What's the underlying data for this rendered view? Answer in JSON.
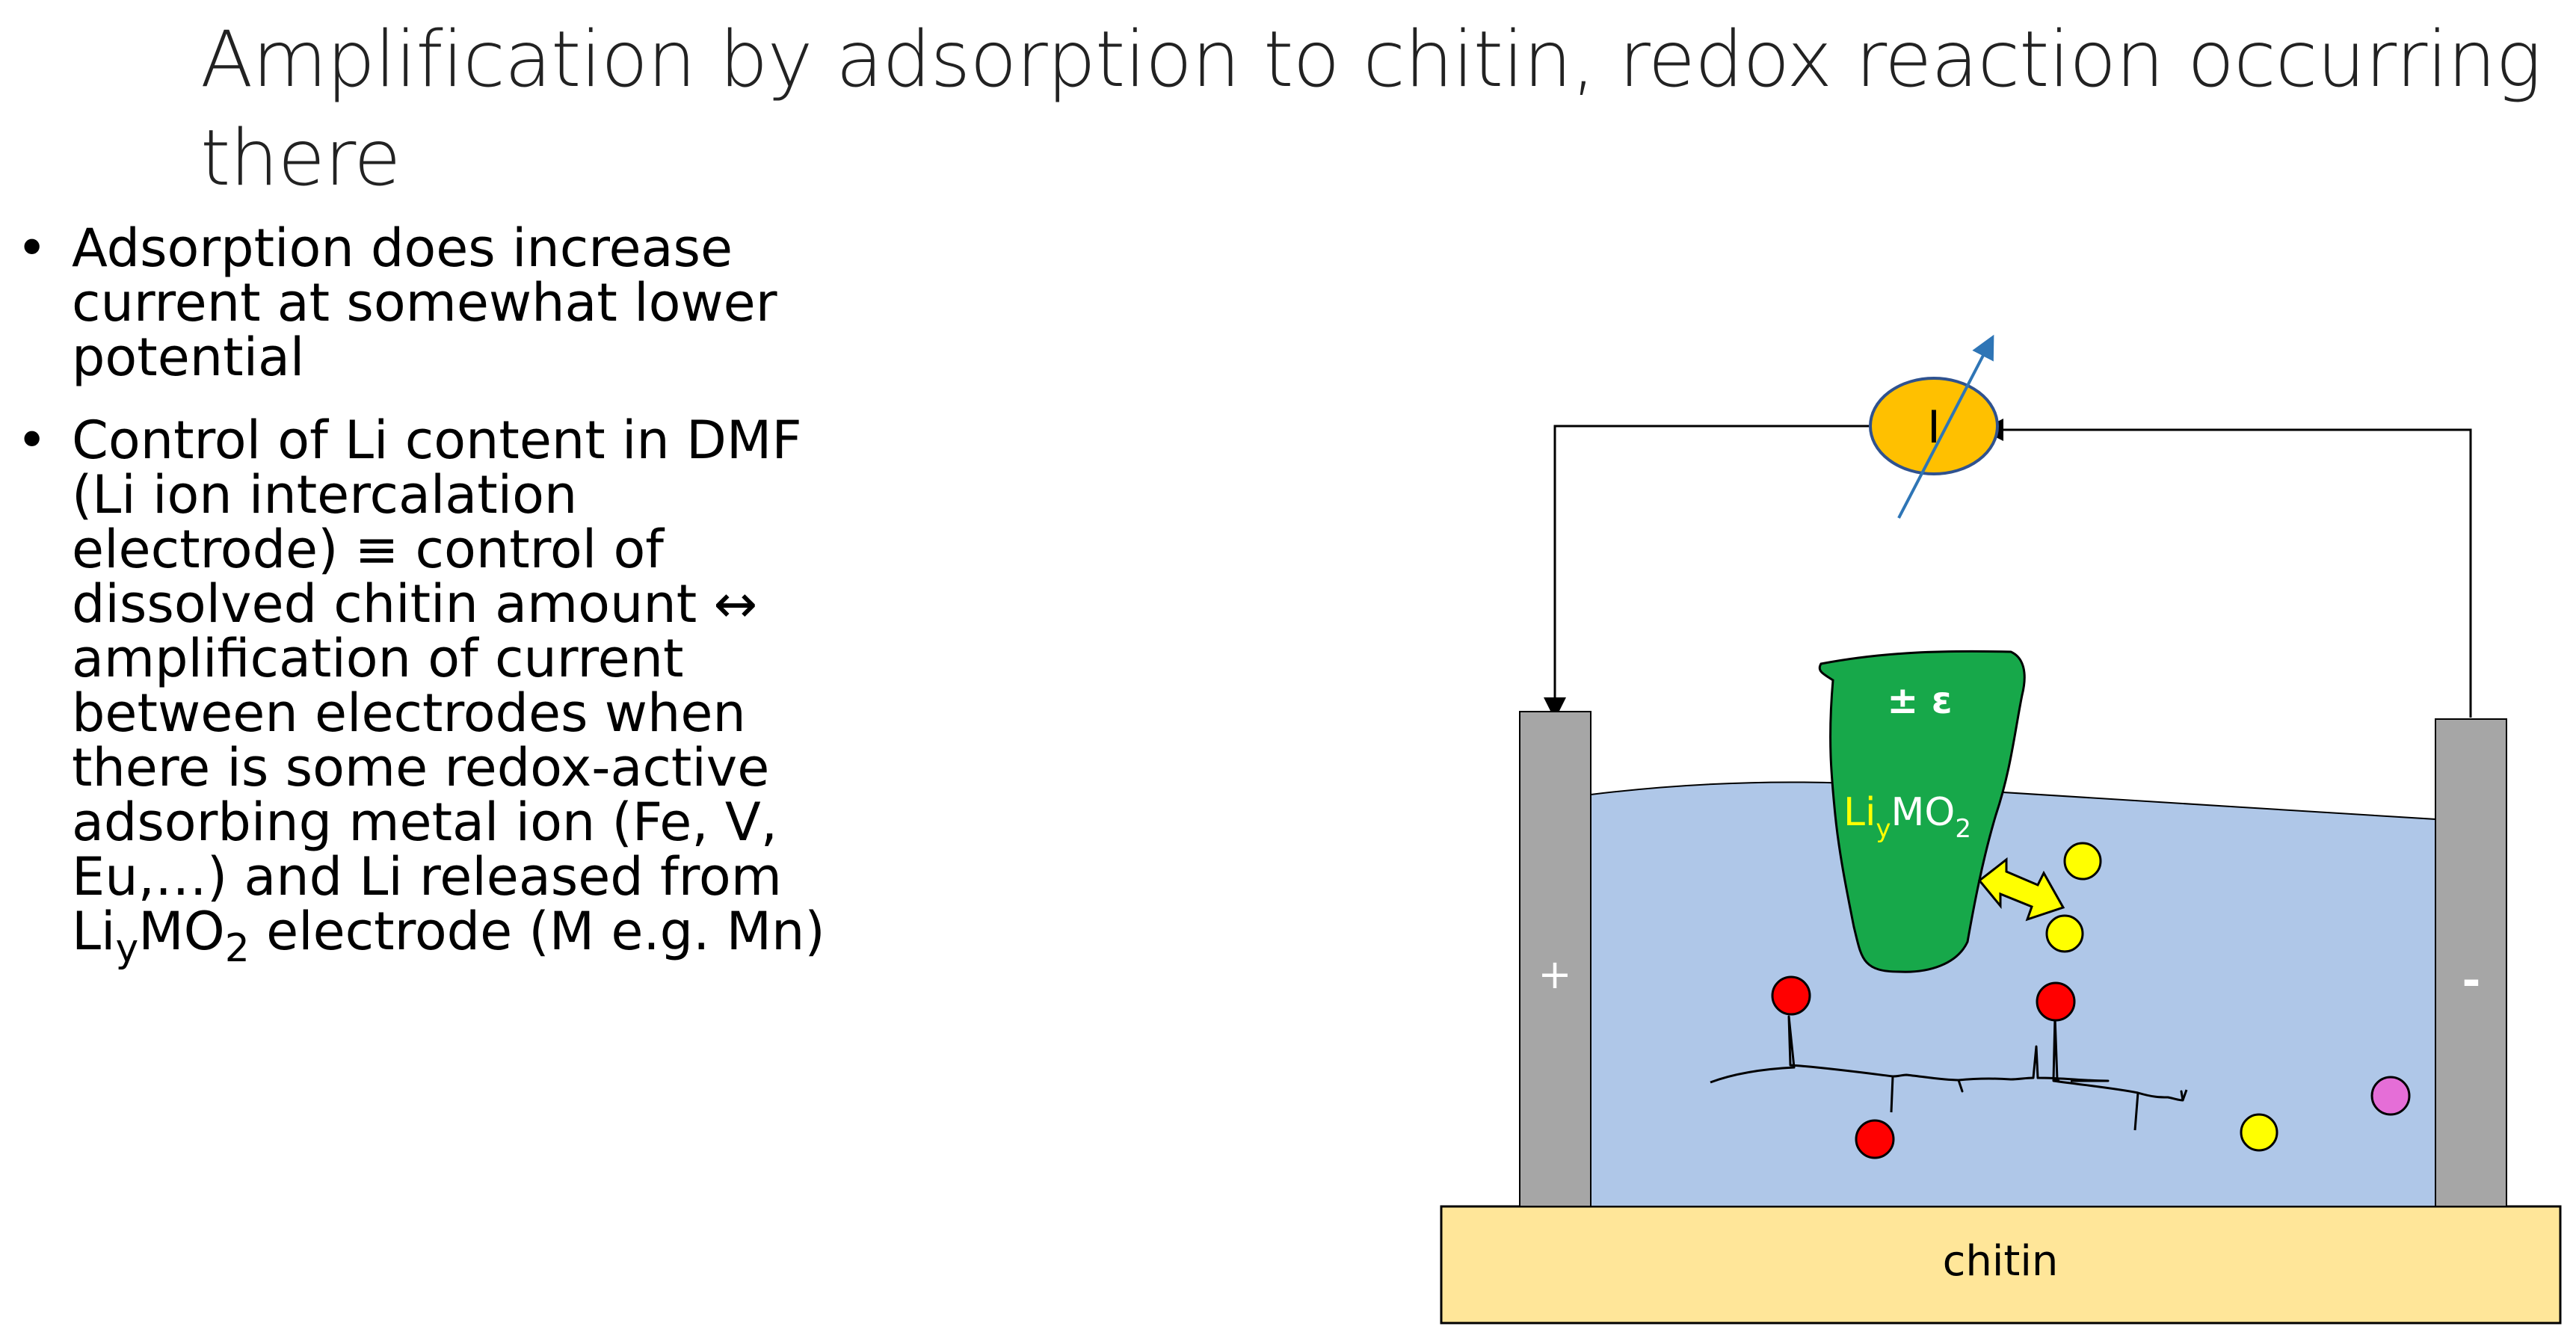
{
  "title": "Amplification by adsorption to chitin, redox reaction occurring there",
  "bullets": [
    {
      "text": "Adsorption does increase current at somewhat lower potential"
    },
    {
      "text_parts": {
        "before_arrow": "Control of Li content in DMF (Li ion intercalation electrode) ≡ control of dissolved chitin amount ",
        "arrow": "↔",
        "after_arrow": " amplification of current between electrodes when there is some redox-active adsorbing metal ion (Fe, V, Eu,…) and Li released from Li",
        "sub_y": "y",
        "mo": "MO",
        "sub_2": "2",
        "tail": " electrode (M e.g. Mn)"
      }
    }
  ],
  "diagram": {
    "meter_label": "I",
    "left_electrode_sign": "+",
    "right_electrode_sign": "-",
    "green_electrode_label": "± ε",
    "green_electrode_formula": {
      "li": "Li",
      "sub_y": "y",
      "mo": "MO",
      "sub_2": "2"
    },
    "base_label": "chitin",
    "colors": {
      "meter_fill": "#FFC000",
      "meter_stroke": "#2F528F",
      "pointer": "#2E75B6",
      "electrode": "#A6A6A6",
      "liquid": "#AFC7E8",
      "green_electrode": "#17A84A",
      "li_text": "#FFFF00",
      "exchange_arrow": "#FFFF00",
      "yellow_ion": "#FFFF00",
      "red_ion": "#FF0000",
      "pink_ion": "#E56ED7",
      "base": "#FFE699"
    },
    "ions": [
      {
        "name": "yellow-ion",
        "color": "yellow"
      },
      {
        "name": "yellow-ion",
        "color": "yellow"
      },
      {
        "name": "yellow-ion",
        "color": "yellow"
      },
      {
        "name": "red-ion",
        "color": "red"
      },
      {
        "name": "red-ion",
        "color": "red"
      },
      {
        "name": "red-ion",
        "color": "red"
      },
      {
        "name": "pink-ion",
        "color": "pink"
      }
    ]
  }
}
